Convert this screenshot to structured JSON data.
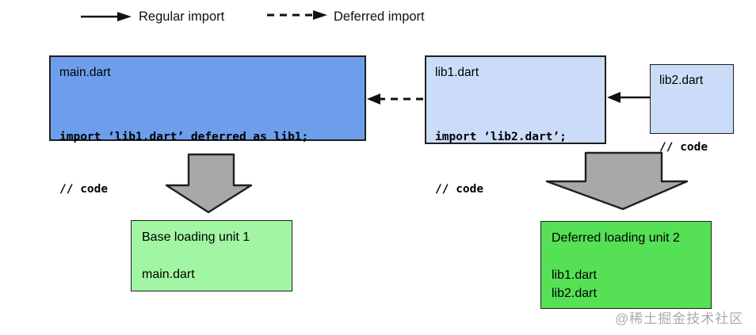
{
  "legend": {
    "regular_label": "Regular import",
    "deferred_label": "Deferred import"
  },
  "nodes": {
    "main": {
      "title": "main.dart",
      "code": [
        "import ‘lib1.dart’ deferred as lib1;",
        "// code"
      ]
    },
    "lib1": {
      "title": "lib1.dart",
      "code": [
        "import ‘lib2.dart’;",
        "// code"
      ]
    },
    "lib2": {
      "title": "lib2.dart",
      "code": [
        "// code"
      ]
    }
  },
  "units": {
    "base": {
      "title": "Base loading unit 1",
      "files": [
        "main.dart"
      ]
    },
    "deferred": {
      "title": "Deferred loading unit 2",
      "files": [
        "lib1.dart",
        "lib2.dart"
      ]
    }
  },
  "watermark": {
    "text": "@稀土掘金技术社区"
  },
  "colors": {
    "main_node_fill": "#6d9eeb",
    "lib_node_fill": "#cbdcf9",
    "base_unit_fill": "#a2f5a2",
    "deferred_unit_fill": "#55e055",
    "block_arrow_fill": "#a8a8a8",
    "border": "#1f1f1f",
    "watermark_text": "#a8acae"
  }
}
